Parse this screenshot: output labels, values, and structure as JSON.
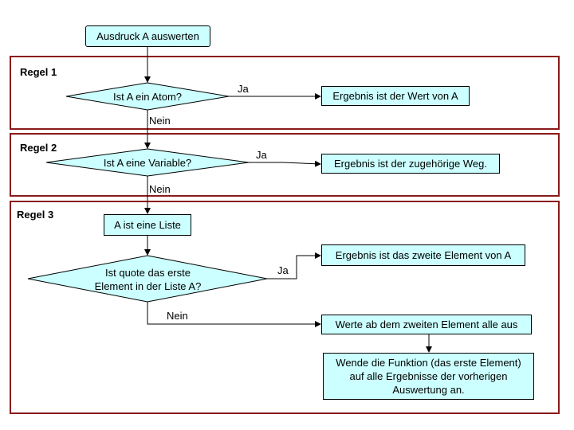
{
  "start": {
    "label": "Ausdruck A auswerten"
  },
  "rules": [
    {
      "title": "Regel 1"
    },
    {
      "title": "Regel 2"
    },
    {
      "title": "Regel 3"
    }
  ],
  "rule1": {
    "decision": "Ist A ein Atom?",
    "yes_label": "Ja",
    "no_label": "Nein",
    "result": "Ergebnis ist der Wert von A"
  },
  "rule2": {
    "decision": "Ist A eine Variable?",
    "yes_label": "Ja",
    "no_label": "Nein",
    "result": "Ergebnis ist der zugehörige Weg."
  },
  "rule3": {
    "list_box": "A ist eine Liste",
    "decision": "Ist quote das erste Element in der Liste A?",
    "yes_label": "Ja",
    "no_label": "Nein",
    "yes_result": "Ergebnis ist das zweite Element von A",
    "no_result": "Werte ab dem zweiten Element alle aus",
    "final": "Wende die Funktion (das erste Element) auf alle Ergebnisse der vorherigen Auswertung an."
  },
  "colors": {
    "box_fill": "#ccffff",
    "frame": "#8b1a1a",
    "line": "#000000"
  }
}
